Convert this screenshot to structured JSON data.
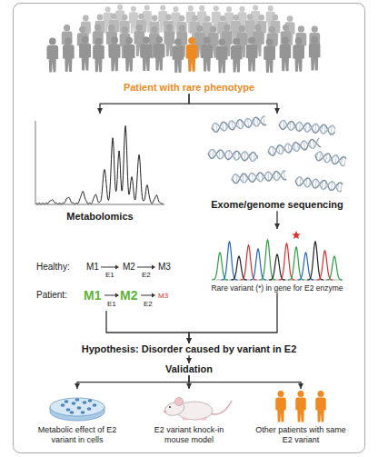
{
  "diagram": {
    "nodes": [
      {
        "text": [
          "Patient with rare phenotype"
        ]
      },
      {
        "text": [
          "Metabolomics"
        ]
      },
      {
        "text": [
          "Exome/genome sequencing"
        ]
      },
      {
        "text": [
          "Healthy:",
          "M1",
          "M2",
          "M3",
          "E1",
          "E2",
          "Patient:",
          "M1",
          "M2",
          "M3",
          "E1",
          "E2"
        ]
      },
      {
        "text": [
          "Rare variant (*) in gene for E2 enzyme"
        ]
      },
      {
        "text": [
          "Hypothesis: Disorder caused by variant in E2"
        ]
      },
      {
        "text": [
          "Validation"
        ]
      },
      {
        "text": [
          "Metabolic effect of E2 variant in cells"
        ]
      },
      {
        "text": [
          "E2 variant knock-in mouse model"
        ]
      },
      {
        "text": [
          "Other patients with same E2 variant"
        ]
      }
    ],
    "edges": [
      {
        "from": 0,
        "to": 1,
        "arrow": "to"
      },
      {
        "from": 0,
        "to": 2,
        "arrow": "to"
      },
      {
        "from": 2,
        "to": 4,
        "arrow": "to"
      },
      {
        "from": 3,
        "to": 5,
        "arrow": "to"
      },
      {
        "from": 4,
        "to": 5,
        "arrow": "to"
      },
      {
        "from": 5,
        "to": 6,
        "arrow": "to"
      },
      {
        "from": 6,
        "to": 7,
        "arrow": "to"
      },
      {
        "from": 6,
        "to": 8,
        "arrow": "to"
      },
      {
        "from": 6,
        "to": 9,
        "arrow": "to"
      }
    ]
  }
}
